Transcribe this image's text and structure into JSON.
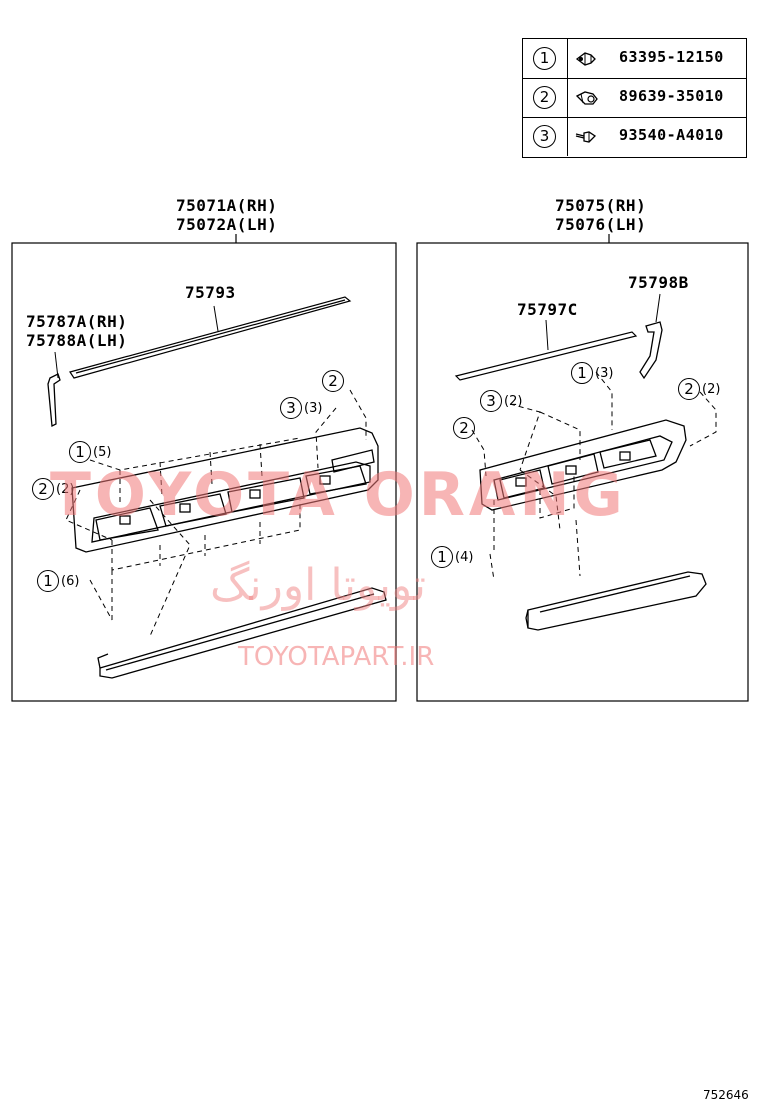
{
  "legend": [
    {
      "num": "1",
      "part": "63395-12150",
      "icon": "clip-icon"
    },
    {
      "num": "2",
      "part": "89639-35010",
      "icon": "clip-icon"
    },
    {
      "num": "3",
      "part": "93540-A4010",
      "icon": "screw-icon"
    }
  ],
  "left_panel": {
    "assembly_rh": "75071A(RH)",
    "assembly_lh": "75072A(LH)",
    "part_top": "75793",
    "part_side_rh": "75787A(RH)",
    "part_side_lh": "75788A(LH)",
    "callouts": [
      {
        "num": "2",
        "qty": ""
      },
      {
        "num": "3",
        "qty": "(3)"
      },
      {
        "num": "1",
        "qty": "(5)"
      },
      {
        "num": "2",
        "qty": "(2)"
      },
      {
        "num": "1",
        "qty": "(6)"
      }
    ]
  },
  "right_panel": {
    "assembly_rh": "75075(RH)",
    "assembly_lh": "75076(LH)",
    "part_top": "75797C",
    "part_side": "75798B",
    "callouts": [
      {
        "num": "1",
        "qty": "(3)"
      },
      {
        "num": "2",
        "qty": "(2)"
      },
      {
        "num": "3",
        "qty": "(2)"
      },
      {
        "num": "2",
        "qty": ""
      },
      {
        "num": "1",
        "qty": "(4)"
      }
    ]
  },
  "watermark": {
    "brand": "TOYOTA ORANG",
    "farsi": "تویوتا اورنگ",
    "site": "TOYOTAPART.IR"
  },
  "diagram_code": "752646"
}
